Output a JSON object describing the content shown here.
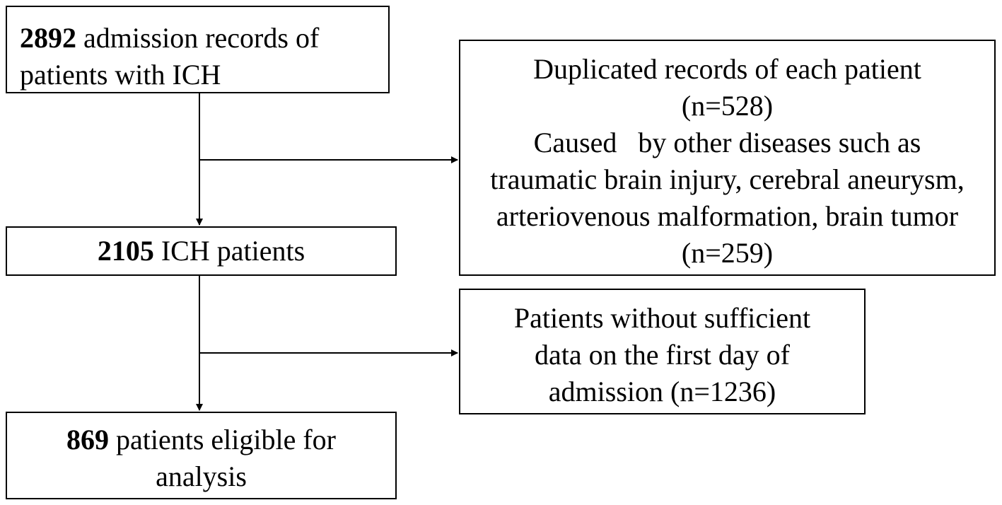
{
  "nodes": {
    "start": {
      "count": "2892",
      "line1_rest": " admission records of",
      "line2": "patients with ICH"
    },
    "mid": {
      "count": "2105",
      "rest": " ICH patients"
    },
    "end": {
      "count": "869",
      "line1_rest": " patients eligible for",
      "line2": "analysis"
    },
    "exclusion1": {
      "lines": [
        "Duplicated records of each patient",
        "(n=528)",
        "Caused   by other diseases such as",
        "traumatic brain injury, cerebral aneurysm,",
        "arteriovenous malformation, brain tumor",
        "(n=259)"
      ]
    },
    "exclusion2": {
      "lines": [
        "Patients without sufficient",
        "data on the first day of",
        "admission (n=1236)"
      ]
    }
  },
  "colors": {
    "stroke": "#000000",
    "background": "#ffffff"
  }
}
